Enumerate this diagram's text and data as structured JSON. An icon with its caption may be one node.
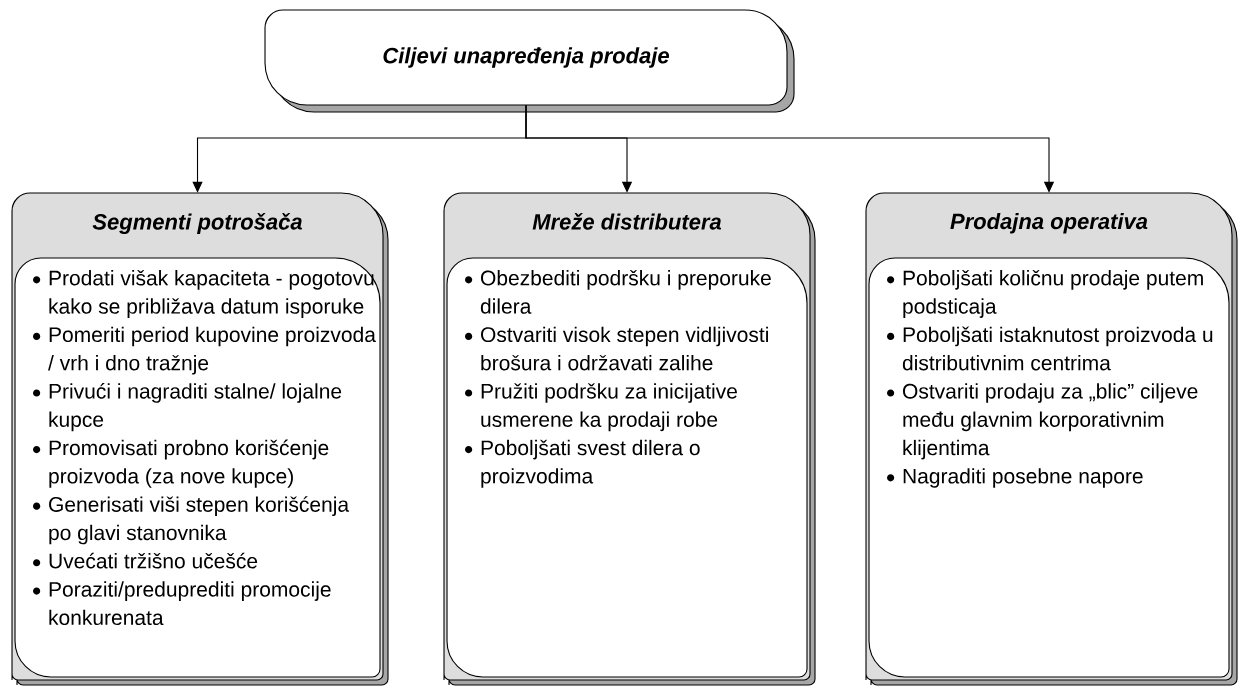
{
  "diagram": {
    "nodes": [
      {
        "text": [
          "Ciljevi unapređenja prodaje"
        ]
      },
      {
        "text": [
          "Segmenti potrošača"
        ]
      },
      {
        "text": [
          "Prodati višak kapaciteta - pogotovu kako se približava datum isporuke",
          "Pomeriti period kupovine proizvoda / vrh i dno tražnje",
          "Privući i nagraditi stalne/ lojalne kupce",
          "Promovisati probno korišćenje proizvoda (za nove kupce)",
          "Generisati viši stepen korišćenja po glavi stanovnika",
          "Uvećati tržišno učešće",
          "Poraziti/preduprediti promocije konkurenata"
        ],
        "in": 1
      },
      {
        "text": [
          "Mreže distributera"
        ]
      },
      {
        "text": [
          "Obezbediti podršku i preporuke dilera",
          "Ostvariti visok stepen vidljivosti brošura i održavati zalihe",
          "Pružiti podršku za inicijative usmerene ka prodaji robe",
          "Poboljšati svest dilera o proizvodima"
        ],
        "in": 3
      },
      {
        "text": [
          "Prodajna operativa"
        ]
      },
      {
        "text": [
          "Poboljšati količnu prodaje putem podsticaja",
          "Poboljšati istaknutost proizvoda u distributivnim centrima",
          "Ostvariti prodaju za „blic” ciljeve među glavnim korporativnim klijentima",
          "Nagraditi posebne napore"
        ],
        "in": 5
      }
    ],
    "edges": [
      {
        "from": 0,
        "to": 1,
        "arrow": "to"
      },
      {
        "from": 0,
        "to": 3,
        "arrow": "to"
      },
      {
        "from": 0,
        "to": 5,
        "arrow": "to"
      }
    ]
  }
}
